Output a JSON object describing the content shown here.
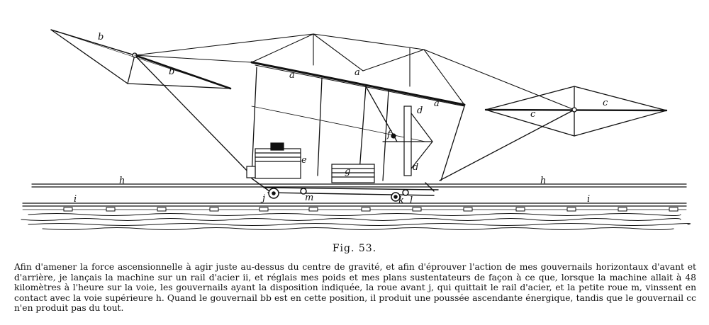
{
  "figure": {
    "labels": {
      "b_top": "b",
      "b_lower": "b",
      "a_left": "a",
      "a_mid": "a",
      "a_right": "a",
      "c_mid": "c",
      "c_right": "c",
      "d_top": "d",
      "d_bottom": "d",
      "f": "f",
      "e": "e",
      "g": "g",
      "h_left": "h",
      "h_right": "h",
      "i_left": "i",
      "i_right": "i",
      "j": "j",
      "m": "m",
      "k": "k",
      "l": "l"
    }
  },
  "fig_title": "Fig. 53.",
  "caption": "Afin d'amener la force ascensionnelle à agir juste au-dessus du centre de gravité, et afin d'éprouver l'action de mes gouvernails horizontaux d'avant et d'arrière, je lançais la machine sur un rail d'acier ii, et réglais mes poids et mes plans sustentateurs de façon à ce que, lorsque la machine allait à 48 kilomètres à l'heure sur la voie, les gouvernails ayant la disposition indiquée, la roue avant j, qui quittait le rail d'acier, et la petite roue m, vinssent en contact avec la voie supérieure h. Quand le gouvernail bb est en cette position, il produit une poussée ascendante énergique, tandis que le gouvernail cc n'en produit pas du tout."
}
